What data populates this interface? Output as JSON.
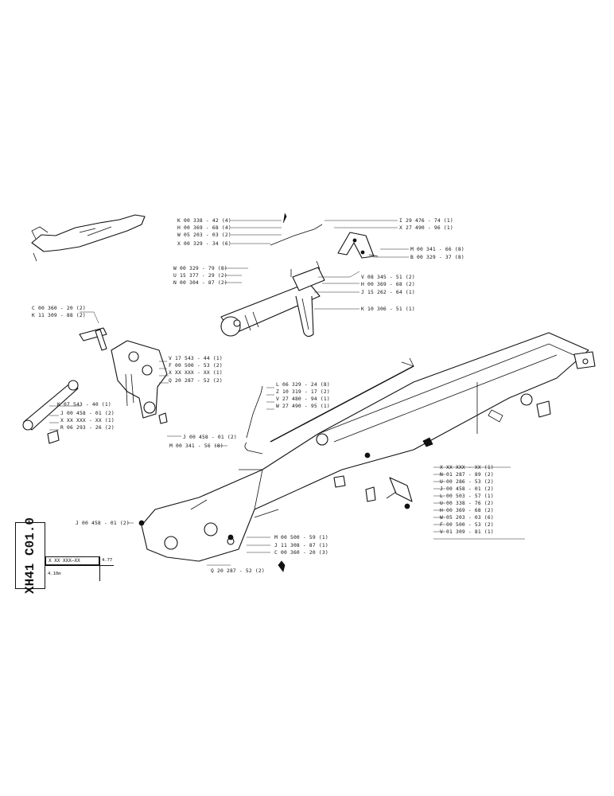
{
  "sheet": {
    "code": "XH41 C01.0",
    "ref": "X XX XXX—XX",
    "date": "4.10m",
    "model": "4.77"
  },
  "callouts": [
    {
      "id": "c1",
      "text": "K 00 338 - 42 (4)"
    },
    {
      "id": "c2",
      "text": "H 00 369 - 68 (4)"
    },
    {
      "id": "c3",
      "text": "W 05 203 - 03 (2)"
    },
    {
      "id": "c4",
      "text": "X 00 329 - 34 (6)"
    },
    {
      "id": "c5",
      "text": "W 00 329 - 79 (8)"
    },
    {
      "id": "c6",
      "text": "U 15 377 - 29 (2)"
    },
    {
      "id": "c7",
      "text": "N 00 304 - 87 (2)"
    },
    {
      "id": "c8",
      "text": "I 29 476 - 74 (1)"
    },
    {
      "id": "c9",
      "text": "X 27 490 - 96 (1)"
    },
    {
      "id": "c10",
      "text": "M 00 341 - 66 (8)"
    },
    {
      "id": "c11",
      "text": "B 00 329 - 37 (8)"
    },
    {
      "id": "c12",
      "text": "V 08 345 - 51 (2)"
    },
    {
      "id": "c13",
      "text": "H 00 369 - 68 (2)"
    },
    {
      "id": "c14",
      "text": "J 15 262 - 64 (1)"
    },
    {
      "id": "c15",
      "text": "K 10 306 - 51 (1)"
    },
    {
      "id": "c16",
      "text": "C 00 360 - 20 (2)"
    },
    {
      "id": "c17",
      "text": "K 11 309 - 88 (2)"
    },
    {
      "id": "c18",
      "text": "V 17 543 - 44 (1)"
    },
    {
      "id": "c19",
      "text": "F 00 500 - 53 (2)"
    },
    {
      "id": "c20",
      "text": "X XX XXX - XX (1)"
    },
    {
      "id": "c21",
      "text": "Q 20 287 - 52 (2)"
    },
    {
      "id": "c22",
      "text": "K 07 543 - 40 (1)"
    },
    {
      "id": "c23",
      "text": "J 00 458 - 01 (2)"
    },
    {
      "id": "c24",
      "text": "X XX XXX - XX (1)"
    },
    {
      "id": "c25",
      "text": "R 06 293 - 26 (2)"
    },
    {
      "id": "c26",
      "text": "J 00 458 - 01 (2)"
    },
    {
      "id": "c27",
      "text": "M 00 341 - 56 (8)"
    },
    {
      "id": "c28",
      "text": "L 06 329 - 24 (8)"
    },
    {
      "id": "c29",
      "text": "Z 10 319 - 17 (2)"
    },
    {
      "id": "c30",
      "text": "V 27 480 - 94 (1)"
    },
    {
      "id": "c31",
      "text": "W 27 490 - 95 (1)"
    },
    {
      "id": "c32",
      "text": "X XX XXX - XX (1)"
    },
    {
      "id": "c33",
      "text": "N 01 287 - 89 (2)"
    },
    {
      "id": "c34",
      "text": "U 00 286 - 53 (2)"
    },
    {
      "id": "c35",
      "text": "J 00 458 - 01 (2)"
    },
    {
      "id": "c36",
      "text": "L 00 503 - 57 (1)"
    },
    {
      "id": "c37",
      "text": "U 00 338 - 76 (2)"
    },
    {
      "id": "c38",
      "text": "H 00 369 - 68 (2)"
    },
    {
      "id": "c39",
      "text": "W 05 203 - 03 (6)"
    },
    {
      "id": "c40",
      "text": "F 00 500 - 53 (2)"
    },
    {
      "id": "c41",
      "text": "V 01 309 - 81 (1)"
    },
    {
      "id": "c42",
      "text": "J 00 458 - 01 (2)"
    },
    {
      "id": "c43",
      "text": "M 00 500 - 59 (1)"
    },
    {
      "id": "c44",
      "text": "J 11 308 - 87 (1)"
    },
    {
      "id": "c45",
      "text": "C 00 360 - 20 (3)"
    },
    {
      "id": "c46",
      "text": "Q 20 287 - 52 (2)"
    }
  ]
}
